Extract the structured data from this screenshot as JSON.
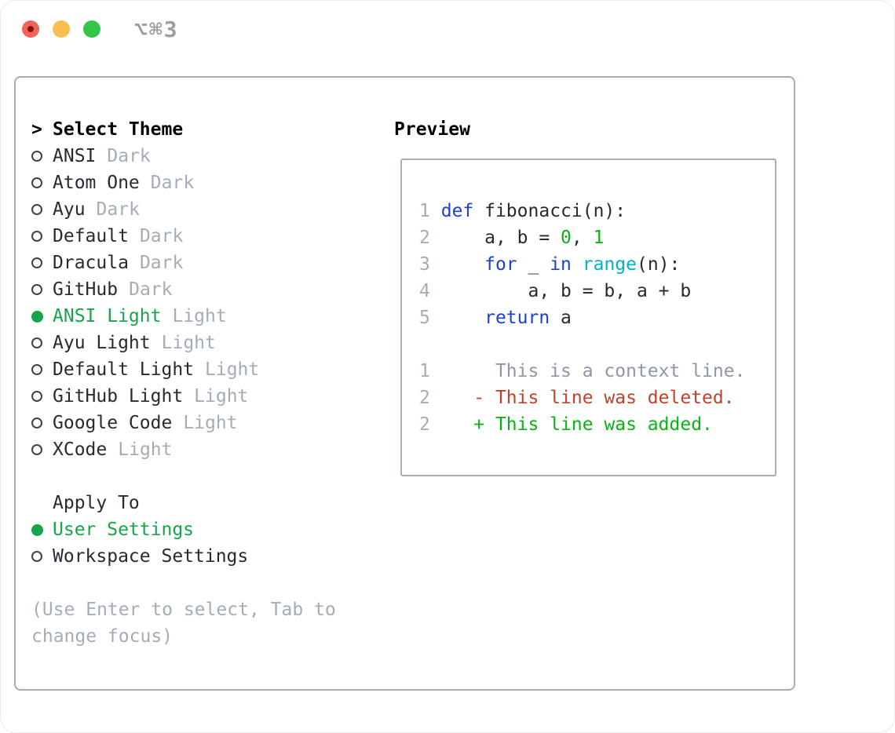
{
  "window": {
    "title": "⌥⌘3",
    "controls": [
      "close",
      "minimize",
      "zoom"
    ]
  },
  "colors": {
    "text_dark": "#262b31",
    "gray": "#a4adb7",
    "context_gray": "#8f98a2",
    "accent_green": "#17a44b",
    "added_green": "#0ab314",
    "literal_green": "#0ab314",
    "deleted_red": "#c2412c",
    "keyword_blue": "#1b41d6",
    "function_cyan": "#00b3c6",
    "border": "#a6aeb8"
  },
  "select_theme": {
    "cursor": ">",
    "header": "Select Theme",
    "items": [
      {
        "name": "ANSI",
        "tag": "Dark",
        "selected": false
      },
      {
        "name": "Atom One",
        "tag": "Dark",
        "selected": false
      },
      {
        "name": "Ayu",
        "tag": "Dark",
        "selected": false
      },
      {
        "name": "Default",
        "tag": "Dark",
        "selected": false
      },
      {
        "name": "Dracula",
        "tag": "Dark",
        "selected": false
      },
      {
        "name": "GitHub",
        "tag": "Dark",
        "selected": false
      },
      {
        "name": "ANSI Light",
        "tag": "Light",
        "selected": true
      },
      {
        "name": "Ayu Light",
        "tag": "Light",
        "selected": false
      },
      {
        "name": "Default Light",
        "tag": "Light",
        "selected": false
      },
      {
        "name": "GitHub Light",
        "tag": "Light",
        "selected": false
      },
      {
        "name": "Google Code",
        "tag": "Light",
        "selected": false
      },
      {
        "name": "XCode",
        "tag": "Light",
        "selected": false
      }
    ]
  },
  "apply_to": {
    "header": "Apply To",
    "options": [
      {
        "label": "User Settings",
        "selected": true
      },
      {
        "label": "Workspace Settings",
        "selected": false
      }
    ]
  },
  "hint_lines": [
    "(Use Enter to select, Tab to",
    "change focus)"
  ],
  "preview": {
    "header": "Preview",
    "lines": [
      {
        "num": "1",
        "segs": [
          [
            "c-code",
            " "
          ],
          [
            "c-kw",
            "def"
          ],
          [
            "c-code",
            " fibonacci(n):"
          ]
        ]
      },
      {
        "num": "2",
        "segs": [
          [
            "c-code",
            "     a, b = "
          ],
          [
            "c-num",
            "0"
          ],
          [
            "c-code",
            ", "
          ],
          [
            "c-num",
            "1"
          ]
        ]
      },
      {
        "num": "3",
        "segs": [
          [
            "c-code",
            "     "
          ],
          [
            "c-kw",
            "for"
          ],
          [
            "c-code",
            " _ "
          ],
          [
            "c-kw",
            "in"
          ],
          [
            "c-code",
            " "
          ],
          [
            "c-fn",
            "range"
          ],
          [
            "c-code",
            "(n):"
          ]
        ]
      },
      {
        "num": "4",
        "segs": [
          [
            "c-code",
            "         a, b = b, a + b"
          ]
        ]
      },
      {
        "num": "5",
        "segs": [
          [
            "c-code",
            "     "
          ],
          [
            "c-kw",
            "return"
          ],
          [
            "c-code",
            " a"
          ]
        ]
      },
      {
        "num": "",
        "segs": []
      },
      {
        "num": "1",
        "segs": [
          [
            "c-ctx",
            "      This is a context line."
          ]
        ]
      },
      {
        "num": "2",
        "segs": [
          [
            "c-del",
            "    - This line was deleted."
          ]
        ]
      },
      {
        "num": "2",
        "segs": [
          [
            "c-add",
            "    + This line was added."
          ]
        ]
      }
    ]
  }
}
